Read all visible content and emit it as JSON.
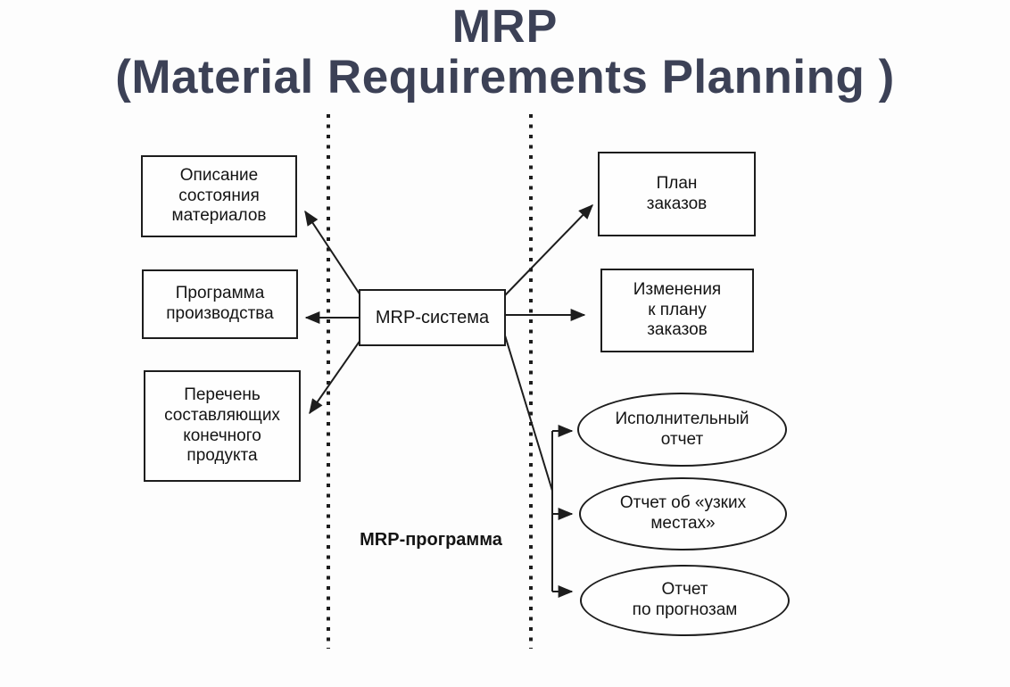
{
  "title": {
    "line1": "MRP",
    "line2": "(Material Requirements Planning )"
  },
  "colors": {
    "title_text": "#3c4156",
    "diagram_line": "#1d1d1d"
  },
  "diagram": {
    "center": {
      "label": "MRP-система"
    },
    "zone_label": "MRP-программа",
    "inputs": [
      {
        "label": "Описание\nсостояния\nматериалов"
      },
      {
        "label": "Программа\nпроизводства"
      },
      {
        "label": "Перечень\nсоставляющих\nконечного\nпродукта"
      }
    ],
    "outputs": [
      {
        "label": "План\nзаказов"
      },
      {
        "label": "Изменения\nк плану\nзаказов"
      }
    ],
    "reports": [
      {
        "label": "Исполнительный\nотчет"
      },
      {
        "label": "Отчет об «узких\nместах»"
      },
      {
        "label": "Отчет\nпо прогнозам"
      }
    ]
  }
}
